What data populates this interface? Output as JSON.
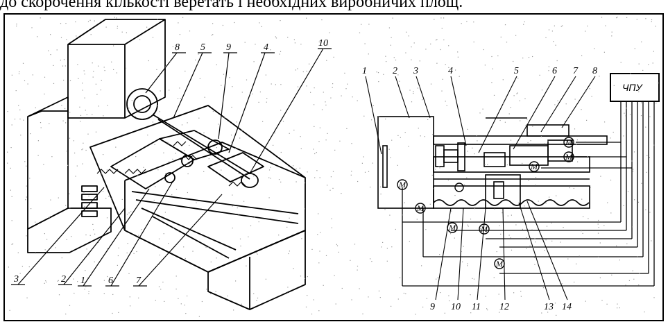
{
  "caption_fragment": "до скорочення кількості веретать і необхідних виробничих площ.",
  "cnc_box_label": "ЧПУ",
  "left_machine": {
    "labels": [
      "8",
      "5",
      "9",
      "4",
      "10",
      "3",
      "2",
      "1",
      "6",
      "7"
    ]
  },
  "right_schematic": {
    "top_labels": [
      "1",
      "2",
      "3",
      "4",
      "5",
      "6",
      "7",
      "8"
    ],
    "bottom_labels": [
      "9",
      "10",
      "11",
      "12",
      "13",
      "14"
    ],
    "motor_symbol": "M"
  },
  "colors": {
    "ink": "#000000",
    "paper": "#ffffff",
    "speckle": "#9a9a9a"
  }
}
